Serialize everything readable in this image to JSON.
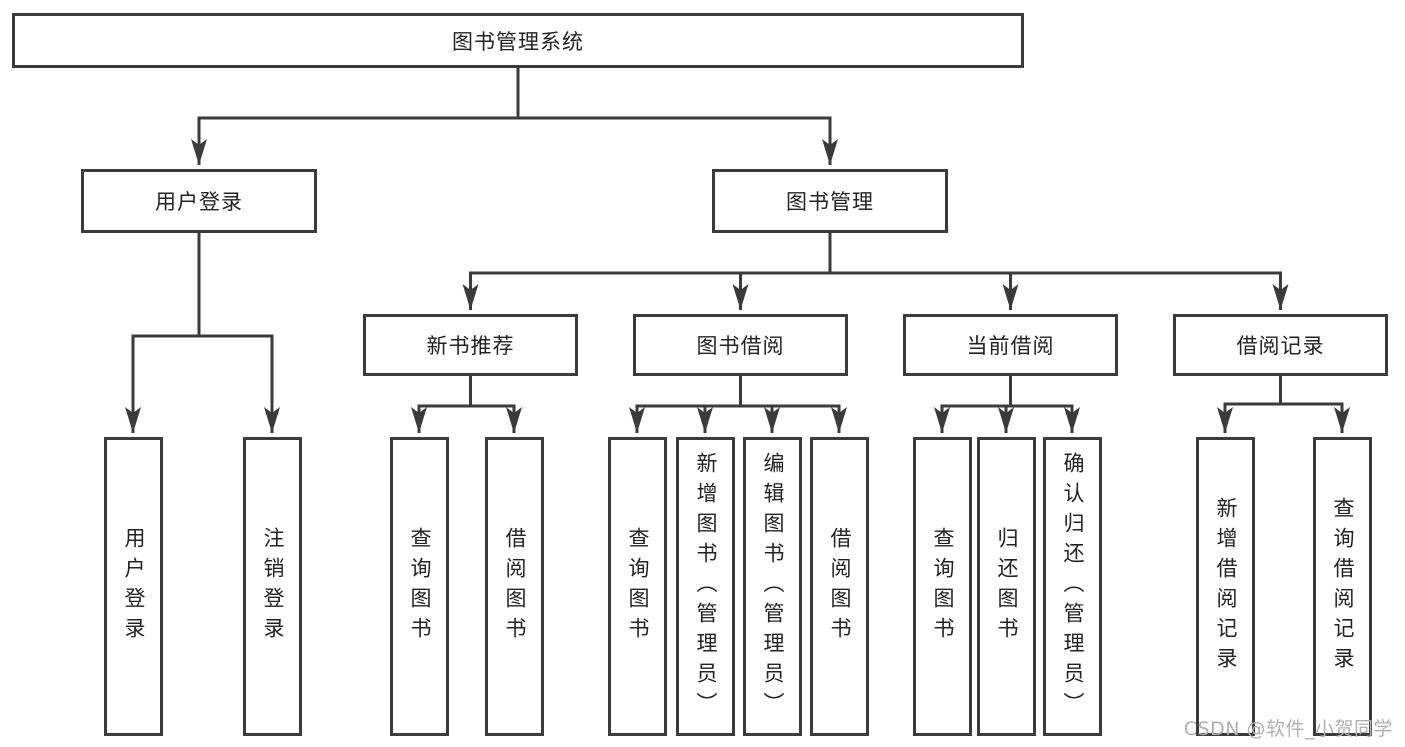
{
  "tree": {
    "label": "图书管理系统",
    "children": [
      {
        "label": "用户登录",
        "children": [
          {
            "label": "用户登录"
          },
          {
            "label": "注销登录"
          }
        ]
      },
      {
        "label": "图书管理",
        "children": [
          {
            "label": "新书推荐",
            "children": [
              {
                "label": "查询图书"
              },
              {
                "label": "借阅图书"
              }
            ]
          },
          {
            "label": "图书借阅",
            "children": [
              {
                "label": "查询图书"
              },
              {
                "label": "新增图书（管理员）"
              },
              {
                "label": "编辑图书（管理员）"
              },
              {
                "label": "借阅图书"
              }
            ]
          },
          {
            "label": "当前借阅",
            "children": [
              {
                "label": "查询图书"
              },
              {
                "label": "归还图书"
              },
              {
                "label": "确认归还（管理员）"
              }
            ]
          },
          {
            "label": "借阅记录",
            "children": [
              {
                "label": "新增借阅记录"
              },
              {
                "label": "查询借阅记录"
              }
            ]
          }
        ]
      }
    ]
  },
  "watermark": "CSDN @软件_小贺同学",
  "colors": {
    "line": "#3b3b3b",
    "text": "#232323",
    "watermark": "#b0b0b0",
    "background": "#ffffff"
  }
}
